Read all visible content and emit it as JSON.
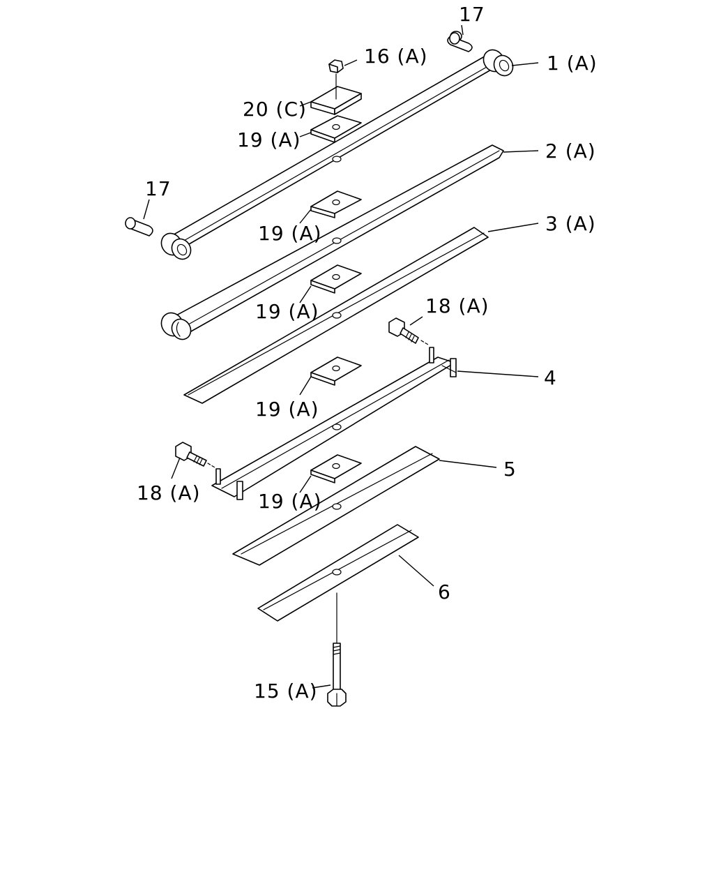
{
  "labels": {
    "part_1": "1 (A)",
    "part_2": "2 (A)",
    "part_3": "3 (A)",
    "part_4": "4",
    "part_5": "5",
    "part_6": "6",
    "part_15": "15 (A)",
    "part_16": "16 (A)",
    "part_17_top": "17",
    "part_17_left": "17",
    "part_18_right": "18 (A)",
    "part_18_left": "18 (A)",
    "part_19_a": "19 (A)",
    "part_19_b": "19 (A)",
    "part_19_c": "19 (A)",
    "part_19_d": "19 (A)",
    "part_19_e": "19 (A)",
    "part_20": "20 (C)"
  }
}
